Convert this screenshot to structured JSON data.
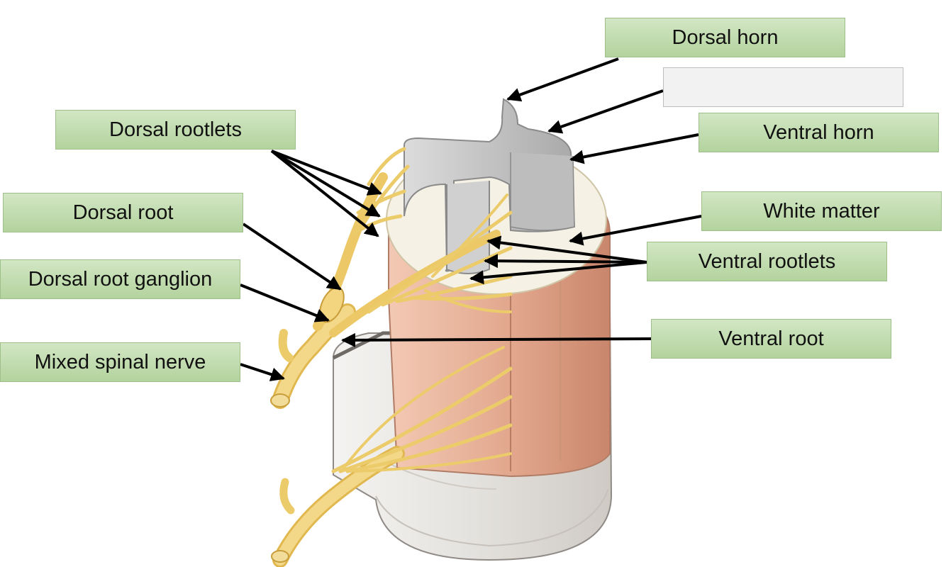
{
  "labels": {
    "dorsal_horn": "Dorsal horn",
    "blank_label": "",
    "ventral_horn": "Ventral horn",
    "white_matter": "White matter",
    "ventral_rootlets": "Ventral rootlets",
    "ventral_root": "Ventral root",
    "dorsal_rootlets": "Dorsal rootlets",
    "dorsal_root": "Dorsal root",
    "dorsal_root_ganglion": "Dorsal root ganglion",
    "mixed_spinal_nerve": "Mixed spinal nerve"
  },
  "colors": {
    "label_fill": "#c3ddb0",
    "label_border": "#9fbf8a",
    "blank_fill": "#f2f2f2",
    "gray_matter": "#c8c8c8",
    "white_matter": "#f3efe0",
    "pia": "#e2a98d",
    "nerve": "#f1cf6e",
    "meninges": "#e8e6e2",
    "arrow": "#000000"
  }
}
